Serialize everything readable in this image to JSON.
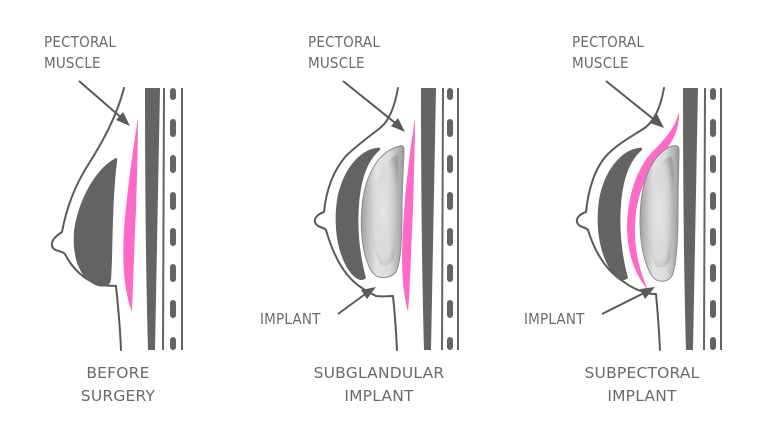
{
  "colors": {
    "text": "#6a6a6a",
    "outline": "#5a5a5a",
    "gland_tissue": "#636363",
    "pectoral_muscle": "#ff6ac8",
    "implant_light": "#e6e6e6",
    "implant_dark": "#9a9a9a",
    "background": "#ffffff"
  },
  "panels": [
    {
      "id": "before",
      "pointer_label_line1": "PECTORAL",
      "pointer_label_line2": "MUSCLE",
      "caption_line1": "BEFORE",
      "caption_line2": "SURGERY",
      "has_implant": false
    },
    {
      "id": "subglandular",
      "pointer_label_line1": "PECTORAL",
      "pointer_label_line2": "MUSCLE",
      "implant_label": "IMPLANT",
      "caption_line1": "SUBGLANDULAR",
      "caption_line2": "IMPLANT",
      "has_implant": true,
      "implant_position": "above muscle"
    },
    {
      "id": "subpectoral",
      "pointer_label_line1": "PECTORAL",
      "pointer_label_line2": "MUSCLE",
      "implant_label": "IMPLANT",
      "caption_line1": "SUBPECTORAL",
      "caption_line2": "IMPLANT",
      "has_implant": true,
      "implant_position": "below muscle"
    }
  ]
}
